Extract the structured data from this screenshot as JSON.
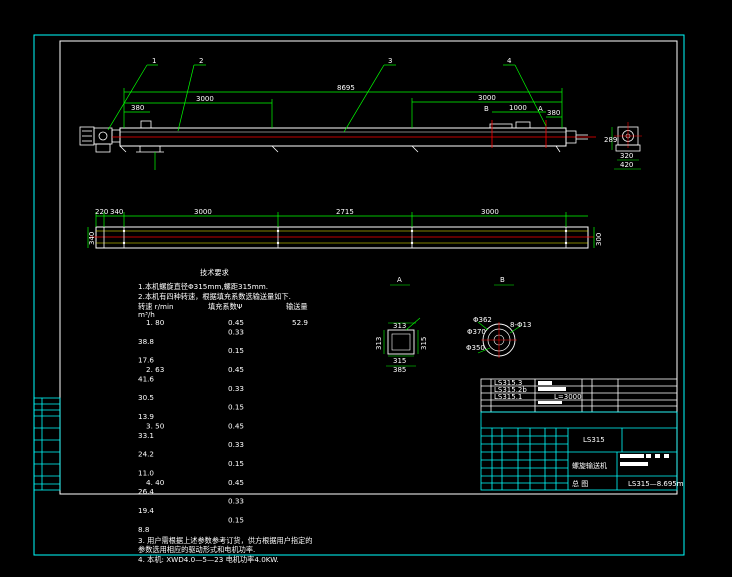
{
  "callouts": [
    "1",
    "2",
    "3",
    "4"
  ],
  "elevation_dims": {
    "total": "8695",
    "left_section": "3000",
    "left_offset": "380",
    "right_section": "3000",
    "right_inner": "1000",
    "right_offset": "380",
    "section_a": "A",
    "section_b": "B"
  },
  "end_view_dims": {
    "height": "289",
    "inner": "320",
    "outer": "420"
  },
  "plan_dims": {
    "left1": "220",
    "left2": "340",
    "left_height": "340",
    "section1": "3000",
    "section2": "2715",
    "section3": "3000",
    "right_height": "300"
  },
  "notes": {
    "heading": "技术要求",
    "n1": "1.本机螺旋直径Φ315mm,螺距315mm.",
    "n2": "2.本机有四种转速，根据填充系数选输送量如下.",
    "col_speed": "转速  r/min",
    "col_fill": "填充系数Ψ",
    "col_capacity": "输送量",
    "col_unit": "m³/h",
    "rows": [
      {
        "speed": "1.  80",
        "fill": "0.45",
        "capacity": "52.9"
      },
      {
        "fill": "0.33"
      },
      {
        "capacity": "38.8"
      },
      {
        "fill": "0.15"
      },
      {
        "capacity": "17.6"
      },
      {
        "speed": "2.  63",
        "fill": "0.45"
      },
      {
        "capacity": "41.6"
      },
      {
        "fill": "0.33"
      },
      {
        "capacity": "30.5"
      },
      {
        "fill": "0.15"
      },
      {
        "capacity": "13.9"
      },
      {
        "speed": "3.  50",
        "fill": "0.45"
      },
      {
        "capacity": "33.1"
      },
      {
        "fill": "0.33"
      },
      {
        "capacity": "24.2"
      },
      {
        "fill": "0.15"
      },
      {
        "capacity": "11.0"
      },
      {
        "speed": "4.  40",
        "fill": "0.45"
      },
      {
        "capacity": "26.4"
      },
      {
        "fill": "0.33"
      },
      {
        "capacity": "19.4"
      },
      {
        "fill": "0.15"
      },
      {
        "capacity": "8.8"
      }
    ],
    "n3a": "3.  用户需根据上述参数参考订货，供方根据用户指定的",
    "n3b": "参数选用相应的驱动形式和电机功率.",
    "n4": "4.  本机:  XWD4.0—5—23  电机功率4.0KW."
  },
  "detail_views": {
    "view_a": "A",
    "view_b": "B",
    "square_top": "313",
    "square_side": "315",
    "square_left": "313",
    "square_bottom_inner": "315",
    "square_bottom_outer": "385",
    "flange_d1": "Φ362",
    "flange_d2": "Φ370",
    "flange_d3": "Φ350",
    "flange_holes": "8-Φ13"
  },
  "parts_list": {
    "row1": "LS315.3",
    "row2": "LS315.2b",
    "row3": "LS315.1",
    "row3_note": "L=3000"
  },
  "title_block": {
    "drawing_no": "LS315",
    "name": "螺旋输送机",
    "label_total": "总   图",
    "model": "LS315—8.695m"
  },
  "colors": {
    "background": "#000000",
    "frame": "#00ffff",
    "outline": "#ffffff",
    "dimension": "#00ff00",
    "axis": "#ff0000",
    "leader": "#ffff00"
  }
}
